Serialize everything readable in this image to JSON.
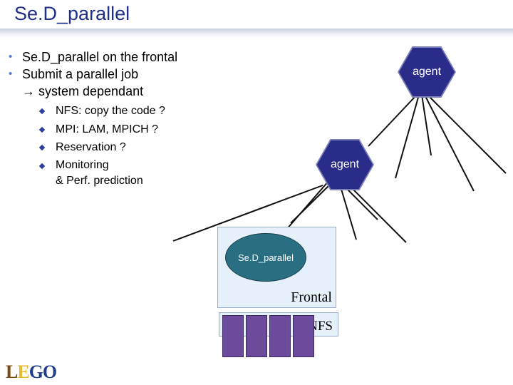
{
  "slide": {
    "title": "Se.D_parallel",
    "bullets": [
      "Se.D_parallel on the frontal",
      "Submit a parallel job",
      "→ system dependant"
    ],
    "sub_bullets": [
      "NFS: copy the code ?",
      "MPI: LAM, MPICH ?",
      "Reservation ?",
      "Monitoring",
      "& Perf. prediction"
    ]
  },
  "diagram": {
    "agent_top_label": "agent",
    "agent_mid_label": "agent",
    "sed_label": "Se.D_parallel",
    "frontal_label": "Frontal",
    "nfs_label": "NFS"
  },
  "logo": {
    "text_part1": "L",
    "text_part2": "E",
    "text_part3": "GO",
    "colors": {
      "brown": "#7a4a12",
      "blue": "#1f3f8a",
      "yellow": "#e8b92a"
    }
  },
  "colors": {
    "title": "#1e2f8c",
    "agent": "#2a2c8a",
    "sed": "#2a6e82",
    "proc": "#6c4a9c",
    "box": "#e6f0fb"
  }
}
